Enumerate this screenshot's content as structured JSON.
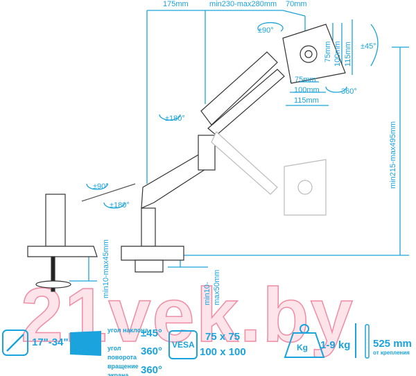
{
  "watermark": "21vek.by",
  "accent_color": "#1aa3dc",
  "dimensions": {
    "top_left": "175mm",
    "top_middle": "min230-max280mm",
    "top_right": "70mm",
    "plate_tilt_top": "±90°",
    "vesa_v_75": "75mm",
    "vesa_v_100": "100mm",
    "vesa_v_115": "115mm",
    "tilt": "±45°",
    "vesa_h_75": "75mm",
    "vesa_h_100": "100mm",
    "vesa_h_115": "115mm",
    "rotation": "360°",
    "elbow_swivel": "±180°",
    "base_rotate": "±90°",
    "base_swivel": "±180°",
    "height_range": "min215-max495mm",
    "clamp_range": "min10-max45mm",
    "grommet_range_1": "min10-",
    "grommet_range_2": "max50mm"
  },
  "specs": {
    "screen_size": "17\"-34\"",
    "tilt_label": "угол наклона",
    "tilt_value": "±45°",
    "rotate_label": "угол поворота",
    "rotate_value": "360°",
    "spin_label": "вращение экрана",
    "spin_value": "360°",
    "vesa_badge": "VESA",
    "vesa_1": "75 x 75",
    "vesa_2": "100 x 100",
    "weight_badge": "Kg",
    "weight": "1-9 kg",
    "reach": "525 mm",
    "reach_note": "от крепления"
  }
}
